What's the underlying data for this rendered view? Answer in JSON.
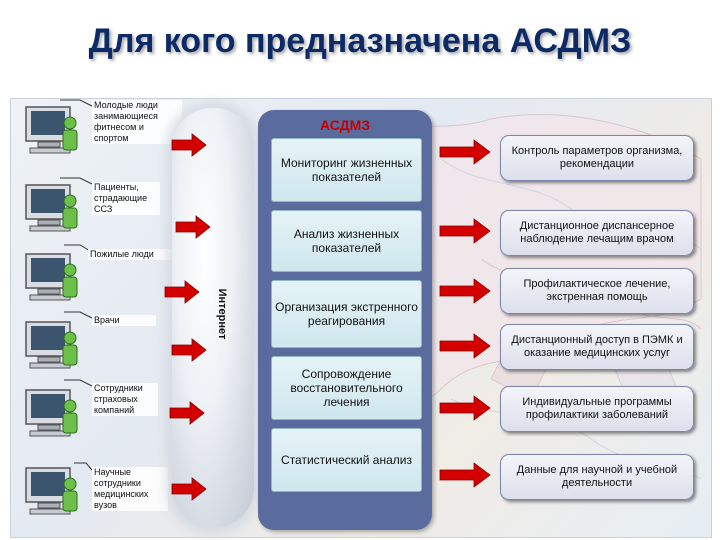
{
  "title": "Для кого предназначена АСДМЗ",
  "internet_label": "Интернет",
  "system_label": "АСДМЗ",
  "users": [
    {
      "label": "Молодые люди занимающиеся фитнесом и спортом"
    },
    {
      "label": "Пациенты, страдающие ССЗ"
    },
    {
      "label": "Пожилые люди"
    },
    {
      "label": "Врачи"
    },
    {
      "label": "Сотрудники страховых компаний"
    },
    {
      "label": "Научные сотрудники медицинских вузов"
    }
  ],
  "functions": [
    {
      "label": "Мониторинг жизненных показателей"
    },
    {
      "label": "Анализ жизненных показателей"
    },
    {
      "label": "Организация экстренного реагирования"
    },
    {
      "label": "Сопровождение восстановительного лечения"
    },
    {
      "label": "Статистический анализ"
    }
  ],
  "results": [
    {
      "label": "Контроль параметров организма, рекомендации"
    },
    {
      "label": "Дистанционное диспансерное наблюдение лечащим врачом"
    },
    {
      "label": "Профилактическое лечение, экстренная помощь"
    },
    {
      "label": "Дистанционный доступ в ПЭМК и оказание медицинских услуг"
    },
    {
      "label": "Индивидуальные программы профилактики заболеваний"
    },
    {
      "label": "Данные для научной и учебной деятельности"
    }
  ],
  "colors": {
    "title": "#0b2a66",
    "system_box": "#5a6c9e",
    "system_title": "#c40000",
    "arrow": "#d40000",
    "result_border": "#7c86ad"
  }
}
